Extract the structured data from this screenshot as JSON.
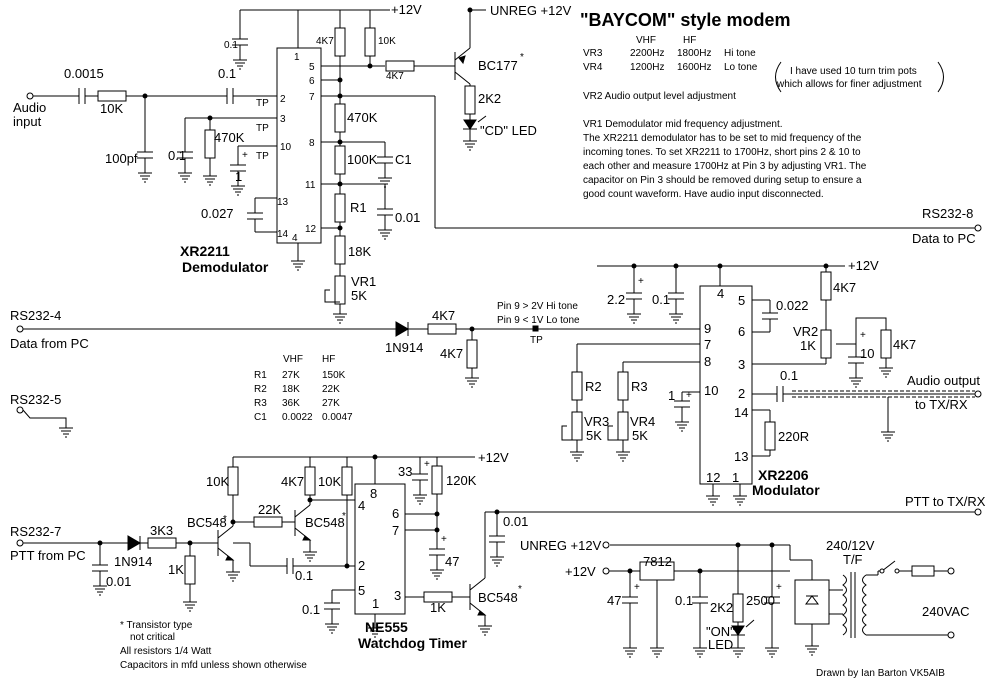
{
  "title": "\"BAYCOM\" style modem",
  "tuning_table": {
    "head_vhf": "VHF",
    "head_hf": "HF",
    "vr3": "VR3",
    "vr3_vhf": "2200Hz",
    "vr3_hf": "1800Hz",
    "vr3_tone": "Hi tone",
    "vr4": "VR4",
    "vr4_vhf": "1200Hz",
    "vr4_hf": "1600Hz",
    "vr4_tone": "Lo tone"
  },
  "trim_note": [
    "I have used 10 turn trim pots",
    "which allows for finer adjustment"
  ],
  "vr2_note": "VR2 Audio output level adjustment",
  "vr1_notes": [
    "VR1 Demodulator mid frequency adjustment.",
    "The XR2211 demodulator has to be set to mid frequency of the",
    "incoming tones. To set XR2211 to 1700Hz, short pins 2 & 10 to",
    "each other and measure 1700Hz at Pin 3 by adjusting VR1. The",
    "capacitor on Pin 3 should be removed during setup to ensure a",
    "good count waveform. Have audio input disconnected."
  ],
  "rails": {
    "plus12": "+12V",
    "unreg": "UNREG +12V",
    "unreg_ps": "UNREG +12V"
  },
  "demod": {
    "chip_name": "XR2211",
    "chip_sub": "Demodulator",
    "pins": [
      "1",
      "2",
      "3",
      "4",
      "5",
      "6",
      "7",
      "8",
      "10",
      "11",
      "12",
      "13",
      "14"
    ],
    "tp": "TP",
    "input_label": [
      "Audio",
      "input"
    ],
    "c_in": "0.0015",
    "r_in": "10K",
    "c_100pf": "100pf",
    "c_01a": "0.1",
    "c_01b": "0.1",
    "r_470k": "470K",
    "c_1": "1",
    "c_0027": "0.027",
    "c_01top": "0.1",
    "r_4k7": "4K7",
    "r_10k": "10K",
    "r_4k7b": "4K7",
    "r_2k2": "2K2",
    "transistor": "BC177",
    "star": "*",
    "cd_led": "\"CD\" LED",
    "r_470kb": "470K",
    "r_100k": "100K",
    "c1": "C1",
    "r1": "R1",
    "c_001": "0.01",
    "r_18k": "18K",
    "vr1": "VR1",
    "vr1_val": "5K",
    "rs232_8": "RS232-8",
    "data_to_pc": "Data to PC"
  },
  "mid": {
    "rs232_4": "RS232-4",
    "data_from_pc": "Data from PC",
    "diode": "1N914",
    "r_4k7": "4K7",
    "r_4k7b": "4K7",
    "tp": "TP",
    "pin9_hi": "Pin 9 > 2V Hi tone",
    "pin9_lo": "Pin 9 < 1V Lo tone",
    "rs232_5": "RS232-5"
  },
  "component_table": {
    "headers": [
      "",
      "VHF",
      "HF"
    ],
    "rows": [
      [
        "R1",
        "27K",
        "150K"
      ],
      [
        "R2",
        "18K",
        "22K"
      ],
      [
        "R3",
        "36K",
        "27K"
      ],
      [
        "C1",
        "0.0022",
        "0.0047"
      ]
    ]
  },
  "mod": {
    "chip_name": "XR2206",
    "chip_sub": "Modulator",
    "pins": [
      "4",
      "5",
      "6",
      "9",
      "7",
      "8",
      "3",
      "10",
      "2",
      "14",
      "13",
      "12",
      "1"
    ],
    "c_22": "2.2",
    "c_01": "0.1",
    "c_0022": "0.022",
    "r_4k7": "4K7",
    "vr2": "VR2",
    "vr2_val": "1K",
    "c_10": "10",
    "r_4k7b": "4K7",
    "c_01b": "0.1",
    "c_1": "1",
    "r2": "R2",
    "r3": "R3",
    "vr3": "VR3",
    "vr3_val": "5K",
    "vr4": "VR4",
    "vr4_val": "5K",
    "r_220": "220R",
    "audio_out": "Audio output",
    "to_txrx": "to TX/RX"
  },
  "timer": {
    "chip_name": "NE555",
    "chip_sub": "Watchdog Timer",
    "pins": [
      "8",
      "4",
      "6",
      "7",
      "2",
      "5",
      "1",
      "3"
    ],
    "rs232_7": "RS232-7",
    "ptt_from_pc": "PTT from PC",
    "c_001": "0.01",
    "diode": "1N914",
    "r_3k3": "3K3",
    "r_1k": "1K",
    "q1": "BC548",
    "r_10k": "10K",
    "r_22k": "22K",
    "q2": "BC548",
    "r_4k7": "4K7",
    "r_10kb": "10K",
    "c_01": "0.1",
    "c_33": "33",
    "r_120k": "120K",
    "c_47": "47",
    "c_01b": "0.1",
    "r_1kb": "1K",
    "q3": "BC548",
    "c_001b": "0.01",
    "ptt_out": "PTT to TX/RX",
    "star": "*"
  },
  "notes": [
    "* Transistor type",
    "not critical",
    "All resistors 1/4 Watt",
    "Capacitors in mfd unless shown otherwise"
  ],
  "psu": {
    "reg": "7812",
    "c_47": "47",
    "c_01": "0.1",
    "r_2k2": "2K2",
    "c_2500": "2500",
    "on_led": [
      "\"ON\"",
      "LED"
    ],
    "xfmr": [
      "240/12V",
      "T/F"
    ],
    "mains": "240VAC"
  },
  "credit": "Drawn by Ian Barton VK5AIB"
}
